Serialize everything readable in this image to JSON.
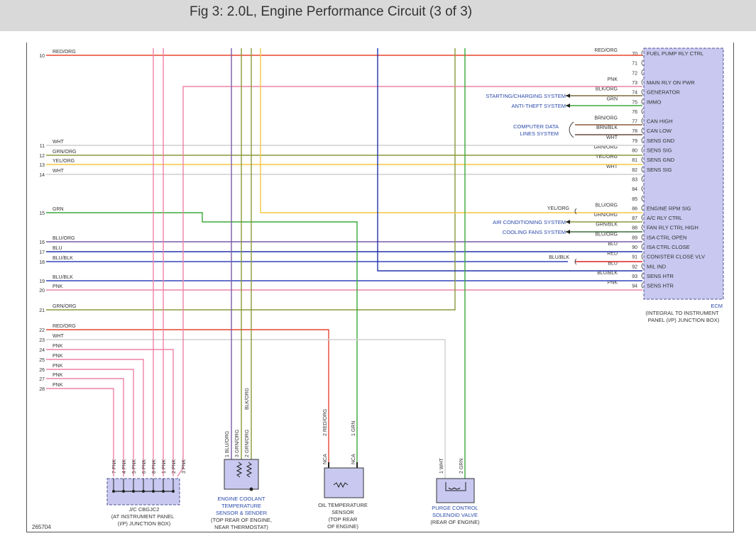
{
  "title": "Fig 3: 2.0L, Engine Performance Circuit (3 of 3)",
  "doc_id": "265704",
  "colors": {
    "RED/ORG": "#e8442e",
    "PNK": "#ee82a6",
    "WHT": "#cfcfcf",
    "GRN/ORG": "#8a9a3a",
    "YEL/ORG": "#f4c542",
    "GRN": "#3aa83a",
    "BLU/ORG": "#7a5aa8",
    "BLU": "#2233aa",
    "BLU/BLK": "#3344bb",
    "BLK/ORG": "#7a6a3a",
    "BRN/ORG": "#8a5a3a",
    "BRN/BLK": "#6a4a3a",
    "GRN/BLK": "#3a6a3a",
    "RED": "#dd2222",
    "SYS": "#2a4aaa",
    "BOX": "#c8c8f0",
    "BOXSTROKE": "#555599"
  },
  "left_wires": [
    {
      "num": "10",
      "label": "RED/ORG"
    },
    {
      "num": "11",
      "label": "WHT"
    },
    {
      "num": "12",
      "label": "GRN/ORG"
    },
    {
      "num": "13",
      "label": "YEL/ORG"
    },
    {
      "num": "14",
      "label": "WHT"
    },
    {
      "num": "15",
      "label": "GRN"
    },
    {
      "num": "16",
      "label": "BLU/ORG"
    },
    {
      "num": "17",
      "label": "BLU"
    },
    {
      "num": "18",
      "label": "BLU/BLK"
    },
    {
      "num": "19",
      "label": "BLU/BLK"
    },
    {
      "num": "20",
      "label": "PNK"
    },
    {
      "num": "21",
      "label": "GRN/ORG"
    },
    {
      "num": "22",
      "label": "RED/ORG"
    },
    {
      "num": "23",
      "label": "WHT"
    },
    {
      "num": "24",
      "label": "PNK"
    },
    {
      "num": "25",
      "label": "PNK"
    },
    {
      "num": "26",
      "label": "PNK"
    },
    {
      "num": "27",
      "label": "PNK"
    },
    {
      "num": "28",
      "label": "PNK"
    }
  ],
  "ecm_pins": [
    {
      "num": "70",
      "wire": "RED/ORG",
      "func": "FUEL PUMP RLY CTRL"
    },
    {
      "num": "71",
      "wire": "",
      "func": ""
    },
    {
      "num": "72",
      "wire": "",
      "func": ""
    },
    {
      "num": "73",
      "wire": "PNK",
      "func": "MAIN RLY ON PWR"
    },
    {
      "num": "74",
      "wire": "BLK/ORG",
      "func": "GENERATOR"
    },
    {
      "num": "75",
      "wire": "GRN",
      "func": "IMMO"
    },
    {
      "num": "76",
      "wire": "",
      "func": ""
    },
    {
      "num": "77",
      "wire": "BRN/ORG",
      "func": "CAN HIGH"
    },
    {
      "num": "78",
      "wire": "BRN/BLK",
      "func": "CAN LOW"
    },
    {
      "num": "79",
      "wire": "WHT",
      "func": "SENS GND"
    },
    {
      "num": "80",
      "wire": "GRN/ORG",
      "func": "SENS SIG"
    },
    {
      "num": "81",
      "wire": "YEL/ORG",
      "func": "SENS GND"
    },
    {
      "num": "82",
      "wire": "WHT",
      "func": "SENS SIG"
    },
    {
      "num": "83",
      "wire": "",
      "func": ""
    },
    {
      "num": "84",
      "wire": "",
      "func": ""
    },
    {
      "num": "85",
      "wire": "",
      "func": ""
    },
    {
      "num": "86",
      "wire": "BLU/ORG",
      "func": "ENGINE RPM SIG"
    },
    {
      "num": "87",
      "wire": "GRN/ORG",
      "func": "A/C RLY CTRL"
    },
    {
      "num": "88",
      "wire": "GRN/BLK",
      "func": "FAN RLY CTRL HIGH"
    },
    {
      "num": "89",
      "wire": "BLU/ORG",
      "func": "ISA CTRL OPEN"
    },
    {
      "num": "90",
      "wire": "BLU",
      "func": "ISA CTRL CLOSE"
    },
    {
      "num": "91",
      "wire": "RED",
      "func": "CONISTER CLOSE VLV"
    },
    {
      "num": "92",
      "wire": "BLU",
      "func": "MIL IND"
    },
    {
      "num": "93",
      "wire": "BLU/BLK",
      "func": "SENS HTR"
    },
    {
      "num": "94",
      "wire": "PNK",
      "func": "SENS HTR"
    }
  ],
  "systems": {
    "starting": "STARTING/CHARGING SYSTEM",
    "antitheft": "ANTI-THEFT SYSTEM",
    "data1": "COMPUTER DATA",
    "data2": "LINES SYSTEM",
    "ac": "AIR CONDITIONING SYSTEM",
    "fans": "COOLING FANS SYSTEM",
    "yelorg": "YEL/ORG",
    "blublk": "BLU/BLK"
  },
  "ecm": {
    "name": "ECM",
    "desc1": "(INTEGRAL TO INSTRUMENT",
    "desc2": "PANEL (I/P) JUNCTION BOX)"
  },
  "jc": {
    "name": "J/C CBGJC2",
    "l1": "(AT INSTRUMENT PANEL",
    "l2": "(I/P) JUNCTION BOX)",
    "pins": [
      {
        "n": "7",
        "w": "PNK"
      },
      {
        "n": "4",
        "w": "PNK"
      },
      {
        "n": "5",
        "w": "PNK"
      },
      {
        "n": "6",
        "w": "PNK"
      },
      {
        "n": "8",
        "w": "PNK"
      },
      {
        "n": "1",
        "w": "PNK"
      },
      {
        "n": "2",
        "w": "PNK"
      },
      {
        "n": "3",
        "w": "PNK"
      }
    ]
  },
  "ect": {
    "l1": "ENGINE COOLANT",
    "l2": "TEMPERATURE",
    "l3": "SENSOR & SENDER",
    "l4": "(TOP REAR OF ENGINE,",
    "l5": "NEAR THERMOSTAT)",
    "pins": [
      {
        "n": "1",
        "w": "BLU/ORG"
      },
      {
        "n": "3",
        "w": "GRN/ORG"
      },
      {
        "n": "2",
        "w": "GRN/ORG"
      }
    ],
    "blkorg": "BLK/ORG"
  },
  "oil": {
    "l1": "OIL TEMPERATURE",
    "l2": "SENSOR",
    "l3": "(TOP REAR",
    "l4": "OF ENGINE)",
    "pins": [
      {
        "n": "2",
        "w": "RED/ORG"
      },
      {
        "n": "1",
        "w": "GRN"
      }
    ],
    "nca": "NCA"
  },
  "purge": {
    "l1": "PURGE CONTROL",
    "l2": "SOLENOID VALVE",
    "l3": "(REAR OF ENGINE)",
    "pins": [
      {
        "n": "1",
        "w": "WHT"
      },
      {
        "n": "2",
        "w": "GRN"
      }
    ]
  }
}
